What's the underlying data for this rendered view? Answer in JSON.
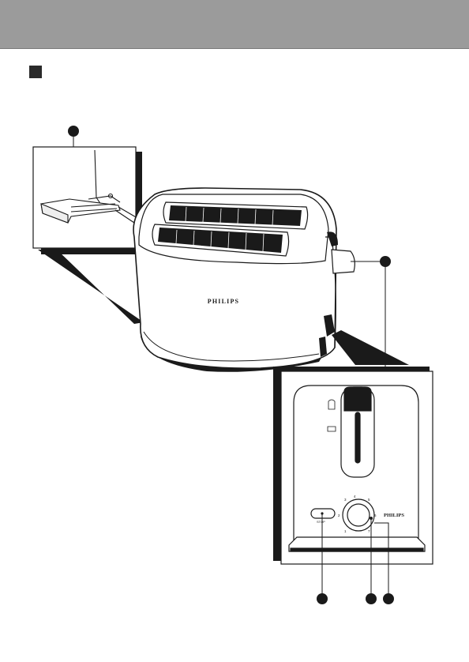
{
  "header": {
    "color": "#9b9b9b"
  },
  "section_marker": {
    "color": "#2a2a2a"
  },
  "toaster": {
    "brand": "PHILIPS",
    "control_panel_brand": "PHILIPS",
    "stop_button_label": "STOP",
    "browning_dial_numbers": [
      "1",
      "2",
      "3",
      "4",
      "5",
      "6",
      "7"
    ]
  }
}
